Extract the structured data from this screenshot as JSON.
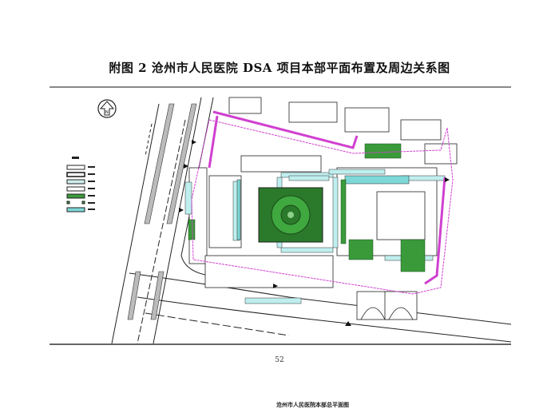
{
  "document": {
    "title": "附图 2  沧州市人民医院 DSA 项目本部平面布置及周边关系图",
    "plan_caption": "沧州市人民医院本部总平面图",
    "page_number": "52"
  },
  "colors": {
    "boundary": "#d040d0",
    "green": "#3a9a3a",
    "cyan": "#7fd8d8",
    "line": "#222222"
  },
  "icons": [
    "north-arrow-icon"
  ]
}
